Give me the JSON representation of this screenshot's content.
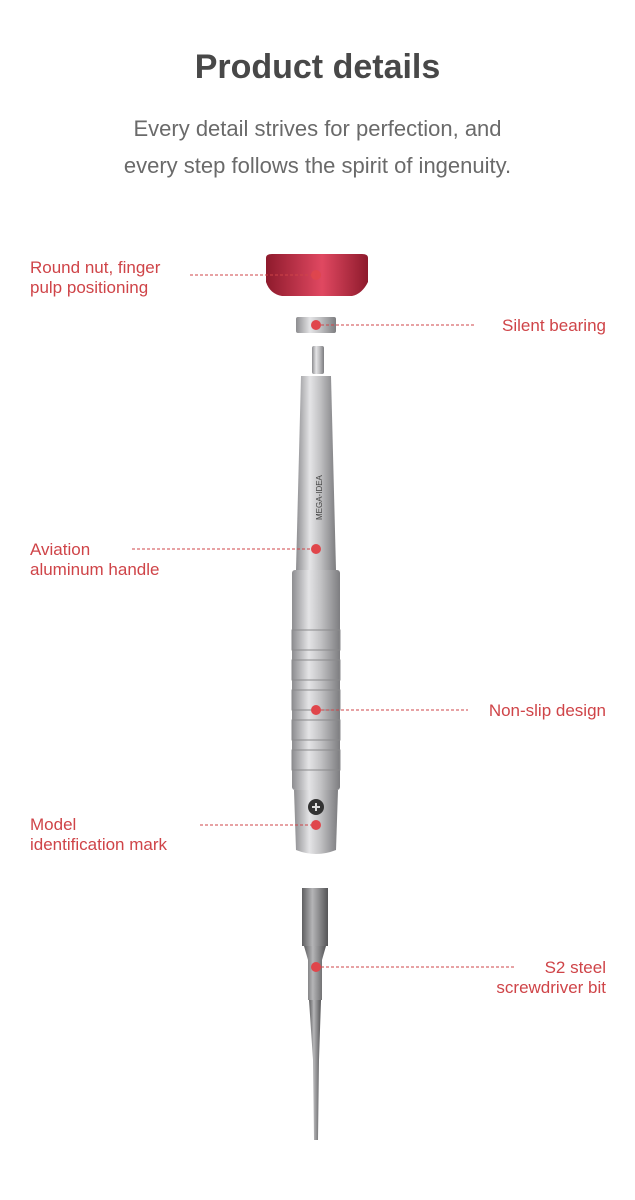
{
  "header": {
    "title": "Product details",
    "subtitle_line1": "Every detail strives for perfection, and",
    "subtitle_line2": "every step follows the spirit of ingenuity."
  },
  "callouts": {
    "nut": {
      "line1": "Round nut, finger",
      "line2": "pulp positioning"
    },
    "bearing": {
      "line1": "Silent bearing"
    },
    "handle": {
      "line1": "Aviation",
      "line2": "aluminum handle"
    },
    "grip": {
      "line1": "Non-slip design"
    },
    "mark": {
      "line1": "Model",
      "line2": "identification mark"
    },
    "bit": {
      "line1": "S2 steel",
      "line2": "screwdriver bit"
    }
  },
  "product": {
    "engraving": "MEGA-IDEA"
  },
  "colors": {
    "accent": "#cf4448",
    "nut": "#b8263a",
    "metal": "#b9b9bb"
  }
}
